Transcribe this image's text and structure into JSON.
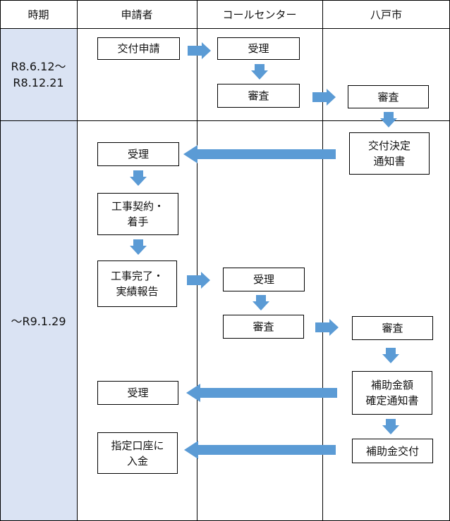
{
  "headers": {
    "period": "時期",
    "applicant": "申請者",
    "call_center": "コールセンター",
    "city": "八戸市"
  },
  "periods": {
    "first": "R8.6.12～\nR8.12.21",
    "second": "～R9.1.29"
  },
  "boxes": {
    "applicant_apply": "交付申請",
    "cc_receive_1": "受理",
    "cc_review_1": "審査",
    "city_review_1": "審査",
    "city_decision": "交付決定\n通知書",
    "applicant_receive_1": "受理",
    "applicant_contract": "工事契約・\n着手",
    "applicant_completion": "工事完了・\n実績報告",
    "cc_receive_2": "受理",
    "cc_review_2": "審査",
    "city_review_2": "審査",
    "city_amount_notice": "補助金額\n確定通知書",
    "applicant_receive_2": "受理",
    "city_payment": "補助金交付",
    "applicant_deposit": "指定口座に\n入金"
  },
  "colors": {
    "arrow": "#5b9bd5",
    "period_fill": "#dae3f3",
    "line": "#000000"
  }
}
